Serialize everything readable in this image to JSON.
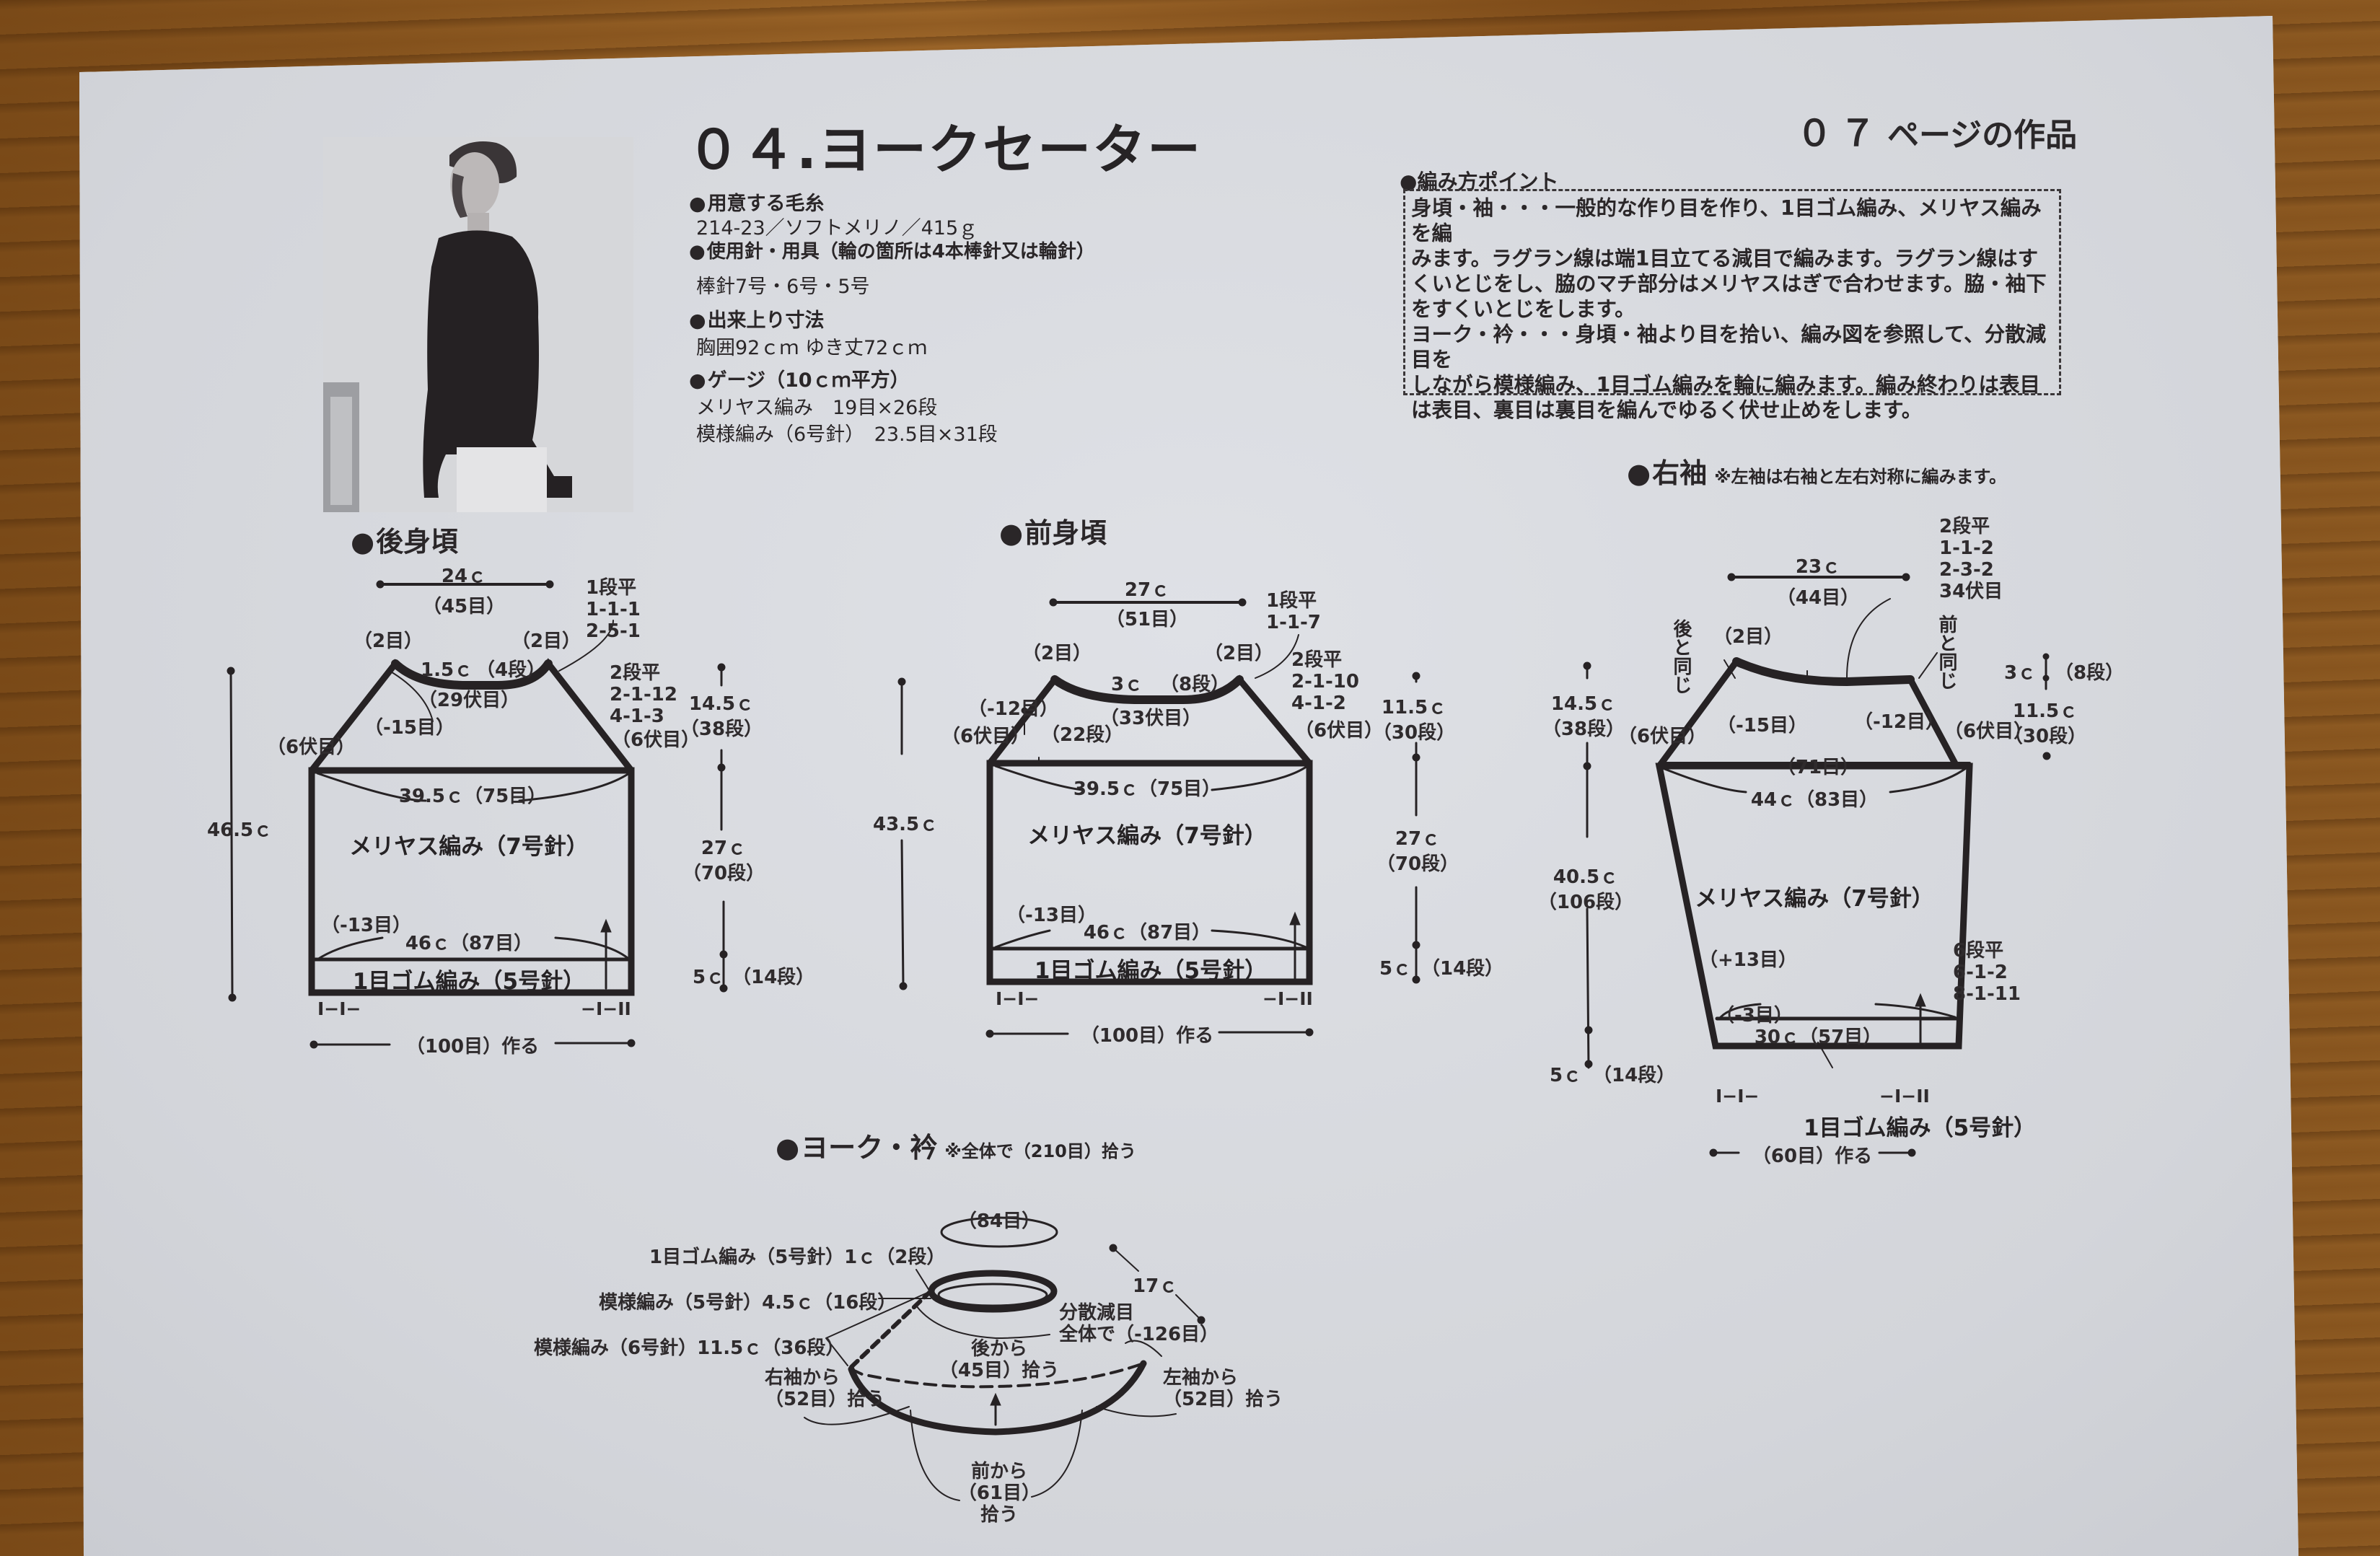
{
  "document": {
    "title": "０４.ヨークセーター",
    "page_ref_num": "０７",
    "page_ref_label": "ページの作品",
    "colors": {
      "paper": "#d7d9de",
      "ink": "#2a2628",
      "table_wood": "#8a5a22"
    }
  },
  "photo": {
    "alt": "model-wearing-dark-yoke-sweater",
    "icon": "photo-model-icon"
  },
  "specs": [
    {
      "heading": "用意する毛糸",
      "value": "214-23／ソフトメリノ／415ｇ"
    },
    {
      "heading": "使用針・用具（輪の箇所は4本棒針又は輪針）",
      "value": "棒針7号・6号・5号"
    },
    {
      "heading": "出来上り寸法",
      "value": "胸囲92ｃｍ ゆき丈72ｃｍ"
    },
    {
      "heading": "ゲージ（10ｃｍ平方）",
      "value": "メリヤス編み　19目×26段",
      "value2": "模様編み（6号針）　23.5目×31段"
    }
  ],
  "points": {
    "heading": "編み方ポイント",
    "lines": [
      "身頃・袖・・・一般的な作り目を作り、1目ゴム編み、メリヤス編みを編",
      "みます。ラグラン線は端1目立てる減目で編みます。ラグラン線はす",
      "くいとじをし、脇のマチ部分はメリヤスはぎで合わせます。脇・袖下",
      "をすくいとじをします。",
      "ヨーク・衿・・・身頃・袖より目を拾い、編み図を参照して、分散減目を",
      "しながら模様編み、1目ゴム編みを輪に編みます。編み終わりは表目",
      "は表目、裏目は裏目を編んでゆるく伏せ止めをします。"
    ]
  },
  "back_body": {
    "heading": "後身頃",
    "top_width": "24ｃ",
    "top_stitches": "（45目）",
    "neck_decrease": "1段平\n1-1-1\n2-5-1",
    "shoulder_left": "（2目）",
    "shoulder_right": "（2目）",
    "neck_depth": "1.5ｃ",
    "neck_rows": "（4段）",
    "neck_bindoff": "（29伏目）",
    "raglan_decrease": "2段平\n2-1-12\n4-1-3",
    "raglan_left_dec": "（-15目）",
    "armhole_bindoff_left": "（6伏目）",
    "armhole_bindoff_right": "（6伏目）",
    "total_height": "46.5ｃ",
    "raglan_height": "14.5ｃ",
    "raglan_rows": "（38段）",
    "body_width": "39.5ｃ（75目）",
    "stitch_type": "メリヤス編み（7号針）",
    "body_height": "27ｃ",
    "body_rows": "（70段）",
    "hem_decrease": "（-13目）",
    "hem_width": "46ｃ（87目）",
    "ribbing": "1目ゴム編み（5号針）",
    "ribbing_height": "5ｃ",
    "ribbing_rows": "（14段）",
    "rib_left": "I−I−",
    "rib_right": "−I−II",
    "cast_on": "（100目）作る"
  },
  "front_body": {
    "heading": "前身頃",
    "top_width": "27ｃ",
    "top_stitches": "（51目）",
    "neck_decrease": "1段平\n1-1-7",
    "shoulder_left": "（2目）",
    "shoulder_right": "（2目）",
    "neck_depth": "3ｃ",
    "neck_rows": "（8段）",
    "neck_bindoff": "（33伏目）",
    "raglan_decrease": "2段平\n2-1-10\n4-1-2",
    "raglan_left_dec": "（-12目）",
    "raglan_rows_inner": "（22段）",
    "armhole_bindoff_left": "（6伏目）",
    "armhole_bindoff_right": "（6伏目）",
    "total_height": "43.5ｃ",
    "raglan_height": "11.5ｃ",
    "raglan_rows": "（30段）",
    "body_width": "39.5ｃ（75目）",
    "stitch_type": "メリヤス編み（7号針）",
    "body_height": "27ｃ",
    "body_rows": "（70段）",
    "hem_decrease": "（-13目）",
    "hem_width": "46ｃ（87目）",
    "ribbing": "1目ゴム編み（5号針）",
    "ribbing_height": "5ｃ",
    "ribbing_rows": "（14段）",
    "rib_left": "I−I−",
    "rib_right": "−I−II",
    "cast_on": "（100目）作る"
  },
  "sleeve": {
    "heading": "右袖",
    "note": "※左袖は右袖と左右対称に編みます。",
    "top_width": "23ｃ",
    "top_stitches": "（44目）",
    "cap_decrease": "2段平\n1-1-2\n2-3-2\n34伏目",
    "same_as_back": "後と同じ",
    "same_as_front": "前と同じ",
    "shoulder_left": "（2目）",
    "front_drop": "3ｃ",
    "front_drop_rows": "（8段）",
    "raglan_height_left": "14.5ｃ",
    "raglan_rows_left": "（38段）",
    "raglan_height_right": "11.5ｃ",
    "raglan_rows_right": "（30段）",
    "dec_left": "（-15目）",
    "dec_right": "（-12目）",
    "bindoff_left": "（6伏目）",
    "bindoff_right": "（6伏目）",
    "upper_stitches": "（71目）",
    "upper_width": "44ｃ（83目）",
    "stitch_type": "メリヤス編み（7号針）",
    "length": "40.5ｃ",
    "length_rows": "（106段）",
    "increase": "（+13目）",
    "increase_rule": "6段平\n6-1-2\n8-1-11",
    "cuff_decrease": "（-3目）",
    "cuff_width": "30ｃ（57目）",
    "cuff_height": "5ｃ",
    "cuff_rows": "（14段）",
    "rib_left": "I−I−",
    "rib_right": "−I−II",
    "ribbing": "1目ゴム編み（5号針）",
    "cast_on": "（60目）作る"
  },
  "yoke": {
    "heading": "ヨーク・衿",
    "note": "※全体で（210目）拾う",
    "top_stitches": "（84目）",
    "height": "17ｃ",
    "rib_band": "1目ゴム編み（5号針）1ｃ（2段）",
    "pattern_5": "模様編み（5号針）4.5ｃ（16段）",
    "pattern_6": "模様編み（6号針）11.5ｃ（36段）",
    "decrease": "分散減目\n全体で（-126目）",
    "from_back": "後から\n（45目）拾う",
    "from_right_sleeve": "右袖から\n（52目）拾う",
    "from_left_sleeve": "左袖から\n（52目）拾う",
    "from_front": "前から\n（61目）\n拾う"
  }
}
